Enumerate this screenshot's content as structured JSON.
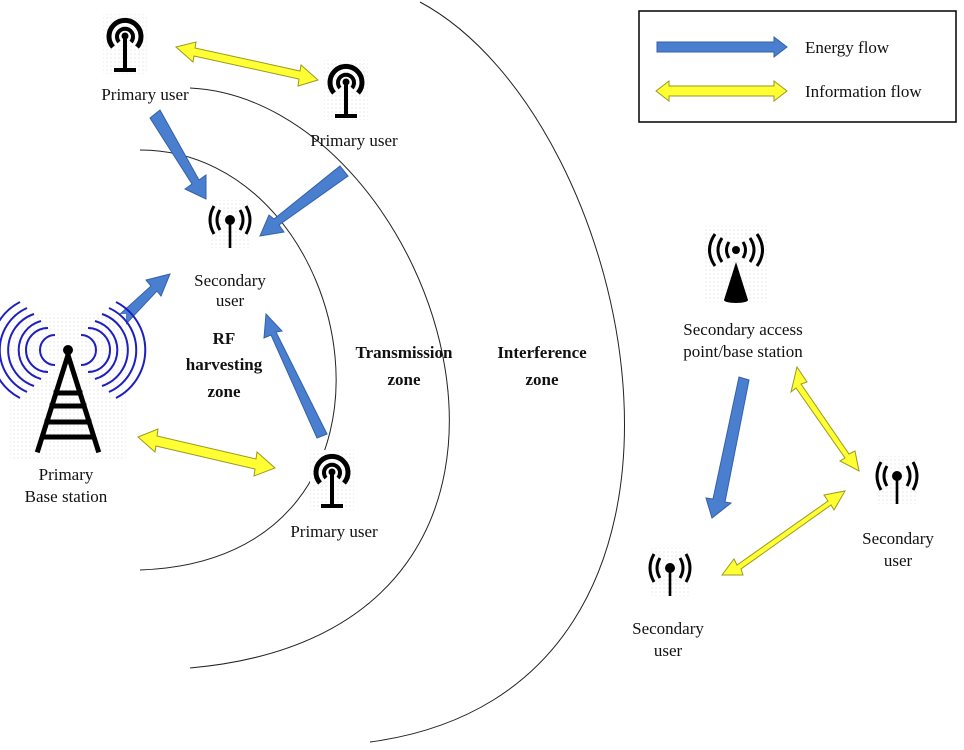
{
  "legend": {
    "energy_label": "Energy flow",
    "information_label": "Information flow",
    "energy_color": "#4a7fd0",
    "information_color": "#ffff33"
  },
  "zones": {
    "rf_line1": "RF",
    "rf_line2": "harvesting",
    "rf_line3": "zone",
    "transmission_line1": "Transmission",
    "transmission_line2": "zone",
    "interference_line1": "Interference",
    "interference_line2": "zone"
  },
  "nodes": {
    "primary_user_top_left": "Primary user",
    "primary_user_top_mid": "Primary user",
    "primary_user_bottom": "Primary user",
    "secondary_user_center_line1": "Secondary",
    "secondary_user_center_line2": "user",
    "primary_bs_line1": "Primary",
    "primary_bs_line2": "Base station",
    "secondary_ap_line1": "Secondary access",
    "secondary_ap_line2": "point/base station",
    "secondary_user_right_line1": "Secondary",
    "secondary_user_right_line2": "user",
    "secondary_user_bottom_line1": "Secondary",
    "secondary_user_bottom_line2": "user"
  },
  "icons": {
    "primary_user": "antenna-tower-icon",
    "secondary_user": "antenna-icon",
    "base_station": "transmission-tower-icon",
    "access_point": "wireless-access-point-icon"
  }
}
